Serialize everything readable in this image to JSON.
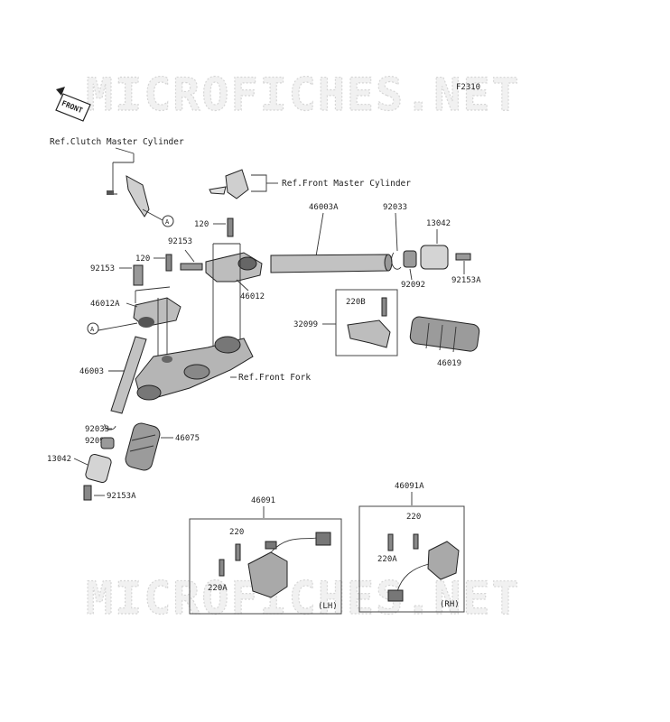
{
  "diagram_code": "F2310",
  "watermark": "MICROFICHES.NET",
  "front_marker": "FRONT",
  "references": {
    "clutch_master": "Ref.Clutch Master Cylinder",
    "front_master": "Ref.Front Master Cylinder",
    "front_fork": "Ref.Front Fork"
  },
  "callout_a": "A",
  "parts": {
    "p120_upper": "120",
    "p92153_upper": "92153",
    "p120_left": "120",
    "p92153_left": "92153",
    "p46012A": "46012A",
    "p46012": "46012",
    "p46003A": "46003A",
    "p92033_right": "92033",
    "p13042_right": "13042",
    "p92092_right": "92092",
    "p92153A_right": "92153A",
    "p220B": "220B",
    "p32099": "32099",
    "p46019": "46019",
    "p46003": "46003",
    "p92033_left": "92033",
    "p92092_left": "92092",
    "p13042_left": "13042",
    "p92153A_left": "92153A",
    "p46075": "46075",
    "p46091": "46091",
    "p220_lh": "220",
    "p220A_lh": "220A",
    "lh": "(LH)",
    "p46091A": "46091A",
    "p220_rh": "220",
    "p220A_rh": "220A",
    "rh": "(RH)"
  }
}
